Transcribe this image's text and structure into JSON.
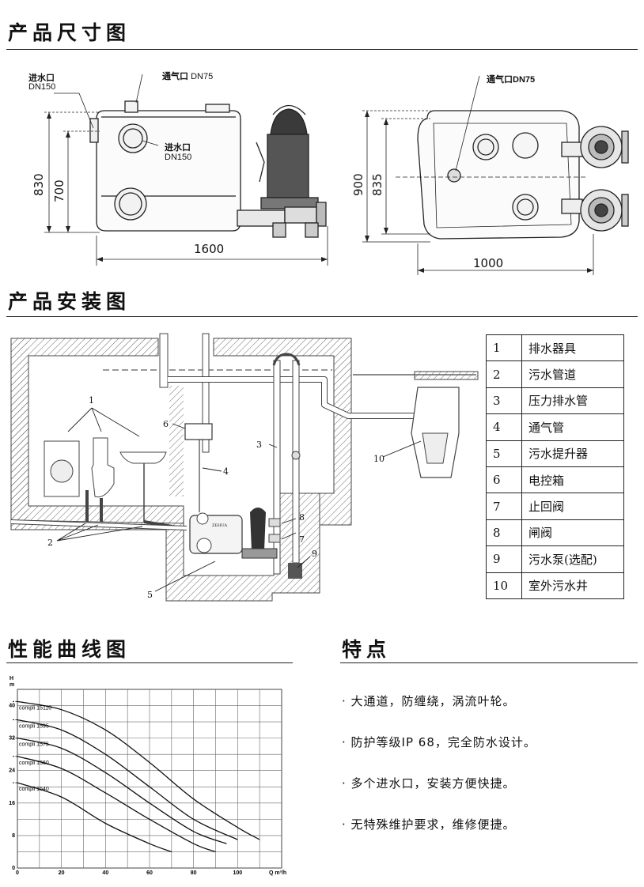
{
  "sections": {
    "dimensions_title": "产品尺寸图",
    "installation_title": "产品安装图",
    "performance_title": "性能曲线图",
    "features_title": "特点"
  },
  "dimension_drawing": {
    "side_view": {
      "inlet_label": "进水口",
      "inlet_size": "DN150",
      "vent_label": "通气口",
      "vent_size": "DN75",
      "inlet2_label": "进水口",
      "inlet2_size": "DN150",
      "height_total": "830",
      "height_inlet": "700",
      "length": "1600"
    },
    "top_view": {
      "vent_label": "通气口DN75",
      "height_total": "900",
      "height_inner": "835",
      "width": "1000"
    }
  },
  "installation": {
    "callouts": [
      "1",
      "2",
      "3",
      "4",
      "5",
      "6",
      "7",
      "8",
      "9",
      "10"
    ],
    "legend": [
      {
        "num": "1",
        "text": "排水器具"
      },
      {
        "num": "2",
        "text": "污水管道"
      },
      {
        "num": "3",
        "text": "压力排水管"
      },
      {
        "num": "4",
        "text": "通气管"
      },
      {
        "num": "5",
        "text": "污水提升器"
      },
      {
        "num": "6",
        "text": "电控箱"
      },
      {
        "num": "7",
        "text": "止回阀"
      },
      {
        "num": "8",
        "text": " 闸阀"
      },
      {
        "num": "9",
        "text": "污水泵(选配)"
      },
      {
        "num": "10",
        "text": "室外污水井"
      }
    ],
    "unit_label": "ZEHUA"
  },
  "chart_data": {
    "type": "line",
    "title": "",
    "xlabel": "Q m³/h",
    "ylabel": "H m",
    "xlim": [
      0,
      120
    ],
    "ylim": [
      0,
      44
    ],
    "x_ticks": [
      "0",
      "20",
      "40",
      "60",
      "80",
      "100"
    ],
    "y_ticks": [
      "0",
      "8",
      "16",
      "24",
      "32",
      "40"
    ],
    "grid": true,
    "series": [
      {
        "name": "compli 15110",
        "x": [
          0,
          20,
          40,
          60,
          80,
          100,
          110
        ],
        "y": [
          41,
          39,
          34,
          26,
          17,
          10,
          7
        ]
      },
      {
        "name": "compli 1595",
        "x": [
          0,
          20,
          40,
          60,
          80,
          100
        ],
        "y": [
          36.5,
          34,
          28,
          20,
          12,
          7
        ]
      },
      {
        "name": "compli 1575",
        "x": [
          0,
          20,
          40,
          60,
          80,
          95
        ],
        "y": [
          32,
          29.5,
          23.5,
          16,
          9,
          6
        ]
      },
      {
        "name": "compli 1560",
        "x": [
          0,
          20,
          40,
          60,
          80,
          90
        ],
        "y": [
          27.5,
          24.5,
          18.5,
          12,
          6,
          4
        ]
      },
      {
        "name": "compli 1540",
        "x": [
          0,
          20,
          40,
          60,
          70
        ],
        "y": [
          21,
          17.5,
          11,
          6,
          4
        ]
      }
    ]
  },
  "features": [
    "· 大通道，防缠绕，涡流叶轮。",
    "· 防护等级IP 68，完全防水设计。",
    "· 多个进水口，安装方便快捷。",
    "· 无特殊维护要求，维修便捷。"
  ]
}
